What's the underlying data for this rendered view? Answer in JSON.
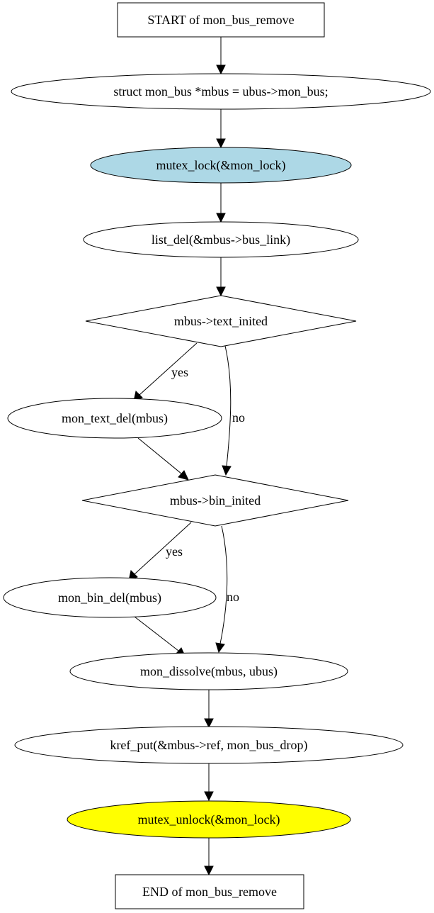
{
  "nodes": {
    "start": "START of mon_bus_remove",
    "decl": "struct mon_bus *mbus = ubus->mon_bus;",
    "lock": "mutex_lock(&mon_lock)",
    "list_del": "list_del(&mbus->bus_link)",
    "text_inited": "mbus->text_inited",
    "text_del": "mon_text_del(mbus)",
    "bin_inited": "mbus->bin_inited",
    "bin_del": "mon_bin_del(mbus)",
    "dissolve": "mon_dissolve(mbus, ubus)",
    "kref_put": "kref_put(&mbus->ref, mon_bus_drop)",
    "unlock": "mutex_unlock(&mon_lock)",
    "end": "END of mon_bus_remove"
  },
  "edge_labels": {
    "text_yes": "yes",
    "text_no": "no",
    "bin_yes": "yes",
    "bin_no": "no"
  },
  "colors": {
    "lock_fill": "#add8e6",
    "unlock_fill": "#ffff00",
    "default_fill": "#ffffff",
    "stroke": "#000000"
  }
}
